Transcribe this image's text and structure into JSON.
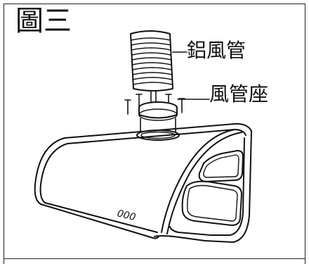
{
  "figure": {
    "title": "圖三",
    "labels": {
      "duct": "鋁風管",
      "duct_seat": "風管座"
    },
    "indicator_text": "000"
  }
}
